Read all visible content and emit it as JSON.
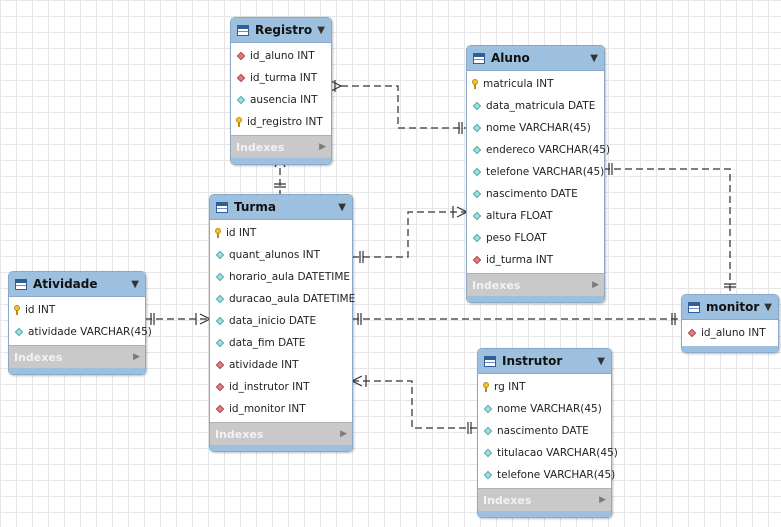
{
  "indexes_label": "Indexes",
  "tables": {
    "registro": {
      "name": "Registro",
      "columns": [
        {
          "text": "id_aluno INT",
          "icon": "fk-diamond-icon"
        },
        {
          "text": "id_turma INT",
          "icon": "fk-diamond-icon"
        },
        {
          "text": "ausencia INT",
          "icon": "column-diamond-icon"
        },
        {
          "text": "id_registro INT",
          "icon": "primary-key-icon"
        }
      ]
    },
    "aluno": {
      "name": "Aluno",
      "columns": [
        {
          "text": "matricula INT",
          "icon": "primary-key-icon"
        },
        {
          "text": "data_matricula DATE",
          "icon": "column-diamond-icon"
        },
        {
          "text": "nome VARCHAR(45)",
          "icon": "column-diamond-icon"
        },
        {
          "text": "endereco VARCHAR(45)",
          "icon": "column-diamond-icon"
        },
        {
          "text": "telefone VARCHAR(45)",
          "icon": "column-diamond-icon"
        },
        {
          "text": "nascimento DATE",
          "icon": "column-diamond-icon"
        },
        {
          "text": "altura FLOAT",
          "icon": "column-diamond-icon"
        },
        {
          "text": "peso FLOAT",
          "icon": "column-diamond-icon"
        },
        {
          "text": "id_turma INT",
          "icon": "fk-diamond-icon"
        }
      ]
    },
    "turma": {
      "name": "Turma",
      "columns": [
        {
          "text": "id INT",
          "icon": "primary-key-icon"
        },
        {
          "text": "quant_alunos INT",
          "icon": "column-diamond-icon"
        },
        {
          "text": "horario_aula DATETIME",
          "icon": "column-diamond-icon"
        },
        {
          "text": "duracao_aula DATETIME",
          "icon": "column-diamond-icon"
        },
        {
          "text": "data_inicio DATE",
          "icon": "column-diamond-icon"
        },
        {
          "text": "data_fim DATE",
          "icon": "column-diamond-icon"
        },
        {
          "text": "atividade INT",
          "icon": "fk-diamond-icon"
        },
        {
          "text": "id_instrutor INT",
          "icon": "fk-diamond-icon"
        },
        {
          "text": "id_monitor INT",
          "icon": "fk-diamond-icon"
        }
      ]
    },
    "atividade": {
      "name": "Atividade",
      "columns": [
        {
          "text": "id INT",
          "icon": "primary-key-icon"
        },
        {
          "text": "atividade VARCHAR(45)",
          "icon": "column-diamond-icon"
        }
      ]
    },
    "monitor": {
      "name": "monitor",
      "columns": [
        {
          "text": "id_aluno INT",
          "icon": "fk-diamond-icon"
        }
      ]
    },
    "instrutor": {
      "name": "Instrutor",
      "columns": [
        {
          "text": "rg INT",
          "icon": "primary-key-icon"
        },
        {
          "text": "nome VARCHAR(45)",
          "icon": "column-diamond-icon"
        },
        {
          "text": "nascimento DATE",
          "icon": "column-diamond-icon"
        },
        {
          "text": "titulacao VARCHAR(45)",
          "icon": "column-diamond-icon"
        },
        {
          "text": "telefone VARCHAR(45)",
          "icon": "column-diamond-icon"
        }
      ]
    }
  },
  "relationships": [
    {
      "from": "Registro",
      "to": "Aluno",
      "from_end": "many",
      "to_end": "one"
    },
    {
      "from": "Registro",
      "to": "Turma",
      "from_end": "many",
      "to_end": "one"
    },
    {
      "from": "Aluno",
      "to": "Turma",
      "from_end": "many",
      "to_end": "one"
    },
    {
      "from": "monitor",
      "to": "Aluno",
      "from_end": "one",
      "to_end": "one"
    },
    {
      "from": "Turma",
      "to": "Atividade",
      "from_end": "many",
      "to_end": "one"
    },
    {
      "from": "Turma",
      "to": "monitor",
      "from_end": "one",
      "to_end": "one"
    },
    {
      "from": "Turma",
      "to": "Instrutor",
      "from_end": "many",
      "to_end": "one"
    }
  ]
}
